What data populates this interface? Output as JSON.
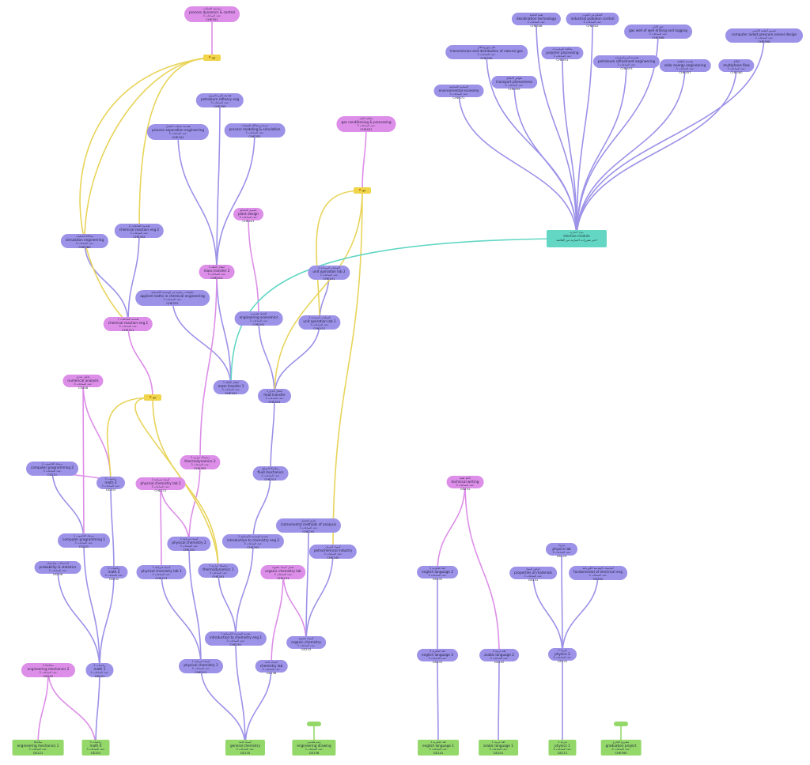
{
  "colors": {
    "core": "#9c92e8",
    "prereq": "#dd8ee8",
    "start": "#94d86a",
    "elective": "#63d7c4",
    "join": "#f0d44a",
    "edge_core": "#9c92e8",
    "edge_prereq": "#dd8ee8",
    "edge_join": "#e8d45a",
    "edge_elective": "#63d7c4"
  },
  "join_label": "مع",
  "nodes": [
    {
      "id": "n_pdc",
      "type": "prereq",
      "ar": "ديناميك العمليات",
      "en": "process dynamics & control",
      "cr": "3",
      "code": "CHE351"
    },
    {
      "id": "n_pre",
      "type": "core",
      "ar": "هندسة تكرير البترول",
      "en": "petroleum refinery eng",
      "cr": "3",
      "code": "CHE355"
    },
    {
      "id": "n_sep",
      "type": "core",
      "ar": "هندسة عمليات الفصل",
      "en": "process separation engineering",
      "cr": "3",
      "code": "CHE341"
    },
    {
      "id": "n_pms",
      "type": "core",
      "ar": "نمذجة ومحاكاة العمليات",
      "en": "process modeling & simulation",
      "cr": "3",
      "code": "CHE352"
    },
    {
      "id": "n_gas",
      "type": "prereq",
      "ar": "معالجة الغاز",
      "en": "gas conditioning & processing",
      "cr": "3",
      "code": "CHE451"
    },
    {
      "id": "n_pd",
      "type": "prereq",
      "ar": "تصميم المصانع",
      "en": "plant design",
      "cr": "3",
      "code": "CHE421"
    },
    {
      "id": "n_sim",
      "type": "core",
      "ar": "محاكاة العمليات",
      "en": "simulation engineering",
      "cr": "3",
      "code": "CHE360"
    },
    {
      "id": "n_cre2",
      "type": "core",
      "ar": "هندسة التفاعلات 2",
      "en": "chemical reaction eng 2",
      "cr": "3",
      "code": "CHE332"
    },
    {
      "id": "n_mt2",
      "type": "prereq",
      "ar": "انتقال الكتلة 2",
      "en": "mass transfer 2",
      "cr": "3",
      "code": "CHE412"
    },
    {
      "id": "n_uo2",
      "type": "core",
      "ar": "العمليات الموحدة 2",
      "en": "unit operation lab 2",
      "cr": "3",
      "code": "CHE431"
    },
    {
      "id": "n_am",
      "type": "core",
      "ar": "تطبيقات رياضية في الهندسة الكيميائية",
      "en": "applied maths in chemical engineering",
      "cr": "3",
      "code": "CHE331"
    },
    {
      "id": "n_ee",
      "type": "core",
      "ar": "اقتصاد هندسي",
      "en": "engineering economics",
      "cr": "3",
      "code": "CHE341"
    },
    {
      "id": "n_uo1",
      "type": "core",
      "ar": "العمليات الموحدة 1",
      "en": "unit operation lab 1",
      "cr": "3",
      "code": "CHE421"
    },
    {
      "id": "n_cre1",
      "type": "prereq",
      "ar": "هندسة التفاعلات 1",
      "en": "chemical reaction eng 1",
      "cr": "3",
      "code": "CHE311"
    },
    {
      "id": "n_na",
      "type": "prereq",
      "ar": "تحليل عددي",
      "en": "numerical analysis",
      "cr": "3",
      "code": "CS308"
    },
    {
      "id": "n_mt1",
      "type": "core",
      "ar": "انتقال الكتلة 1",
      "en": "mass transfer 1",
      "cr": "3",
      "code": "CHE341"
    },
    {
      "id": "n_ht",
      "type": "core",
      "ar": "انتقال الحرارة",
      "en": "heat transfer",
      "cr": "3",
      "code": "CHE321"
    },
    {
      "id": "n_cp2",
      "type": "core",
      "ar": "برمجة الحاسوب 2",
      "en": "computer programming 2",
      "cr": "3",
      "code": "CS211"
    },
    {
      "id": "n_math3",
      "type": "core",
      "ar": "رياضيات 3",
      "en": "math 3",
      "cr": "3",
      "code": "GS203"
    },
    {
      "id": "n_td2",
      "type": "prereq",
      "ar": "ديناميكا حرارية 2",
      "en": "thermodynamics 2",
      "cr": "3",
      "code": "CHE302"
    },
    {
      "id": "n_pc2",
      "type": "prereq",
      "ar": "كيمياء فيزيائية 2",
      "en": "physical chemistry lab 2",
      "cr": "3",
      "code": "CHE212"
    },
    {
      "id": "n_fm",
      "type": "core",
      "ar": "ميكانيكا الموائع",
      "en": "fluid mechanics",
      "cr": "4",
      "code": "CHE311"
    },
    {
      "id": "n_cp1",
      "type": "core",
      "ar": "برمجة الحاسوب 1",
      "en": "computer programming 1",
      "cr": "3",
      "code": "CS201"
    },
    {
      "id": "n_phch2",
      "type": "core",
      "ar": "كيمياء فيزيائية 2",
      "en": "physical chemistry 2",
      "cr": "3",
      "code": "CHE222"
    },
    {
      "id": "n_ice2",
      "type": "core",
      "ar": "مقدمة الهندسة الكيميائية 2",
      "en": "introduction to chemistry eng 2",
      "cr": "3",
      "code": "CHE202"
    },
    {
      "id": "n_ima",
      "type": "core",
      "ar": "طرق التحليل",
      "en": "instrumental methods of analysis",
      "cr": "3",
      "code": "CHE242"
    },
    {
      "id": "n_ps",
      "type": "core",
      "ar": "الاحتمالات والإحصاء",
      "en": "probability & statistics",
      "cr": "3",
      "code": "GS206"
    },
    {
      "id": "n_math2",
      "type": "core",
      "ar": "رياضيات 2",
      "en": "math 2",
      "cr": "3",
      "code": "GS202"
    },
    {
      "id": "n_pcl1",
      "type": "core",
      "ar": "كيمياء فيزيائية 1",
      "en": "physical chemistry lab 1",
      "cr": "3",
      "code": "CHE211"
    },
    {
      "id": "n_td1",
      "type": "core",
      "ar": "ديناميكا حرارية 1",
      "en": "thermodynamics 1",
      "cr": "3",
      "code": "CHE301"
    },
    {
      "id": "n_ocl",
      "type": "prereq",
      "ar": "معمل كيمياء عضوية",
      "en": "organic chemistry lab",
      "cr": "3",
      "code": "CHE131"
    },
    {
      "id": "n_pet",
      "type": "core",
      "ar": "كيمياء البترول",
      "en": "petrochemical industry",
      "cr": "3",
      "code": "CHE245"
    },
    {
      "id": "n_tw",
      "type": "prereq",
      "ar": "كتابة تقنية",
      "en": "technical writing",
      "cr": "3",
      "code": "GS231"
    },
    {
      "id": "n_eng2",
      "type": "core",
      "ar": "لغة انجليزية 2",
      "en": "english language 2",
      "cr": "3",
      "code": "GS102"
    },
    {
      "id": "n_ice1",
      "type": "core",
      "ar": "مقدمة الهندسة الكيميائية 1",
      "en": "introduction to chemistry eng 1",
      "cr": "3",
      "code": "CHE201"
    },
    {
      "id": "n_oc",
      "type": "core",
      "ar": "كيمياء عضوية",
      "en": "organic chemistry",
      "cr": "3",
      "code": "GS203"
    },
    {
      "id": "n_pc1",
      "type": "core",
      "ar": "كيمياء فيزيائية 1",
      "en": "physical chemistry 1",
      "cr": "3",
      "code": "CHE211"
    },
    {
      "id": "n_cl",
      "type": "core",
      "ar": "كيمياء عامة",
      "en": "chemistry lab",
      "cr": "3",
      "code": "GS136"
    },
    {
      "id": "n_math1",
      "type": "core",
      "ar": "رياضيات 1",
      "en": "math 1",
      "cr": "4",
      "code": "GS201"
    },
    {
      "id": "n_em2",
      "type": "prereq",
      "ar": "ميكانيكا 2",
      "en": "engineering mechanics 2",
      "cr": "3",
      "code": "GS202"
    },
    {
      "id": "n_eng3",
      "type": "core",
      "ar": "لغة انجليزية 3",
      "en": "english language 3",
      "cr": "3",
      "code": "GS203"
    },
    {
      "id": "n_ar2",
      "type": "core",
      "ar": "لغة عربية 2",
      "en": "arabic language 2",
      "cr": "3",
      "code": "GS102"
    },
    {
      "id": "n_phys2",
      "type": "core",
      "ar": "فيزياء 2",
      "en": "physics 2",
      "cr": "4",
      "code": "GS122"
    },
    {
      "id": "n_phys1a",
      "type": "core",
      "ar": "فيزياء",
      "en": "physics lab",
      "cr": "3",
      "code": "GS124"
    },
    {
      "id": "n_prop",
      "type": "core",
      "ar": "خواص المواد",
      "en": "properties of materials",
      "cr": "3",
      "code": "GS131"
    },
    {
      "id": "n_fee",
      "type": "core",
      "ar": "أساسيات الهندسة الكهربائية",
      "en": "fundamental of electrical eng",
      "cr": "3",
      "code": "GS302"
    },
    {
      "id": "s_em1",
      "type": "start",
      "ar": "ميكانيكا",
      "en": "engineering mechanics 1",
      "cr": "3",
      "code": "GS121"
    },
    {
      "id": "s_math0",
      "type": "start",
      "ar": "رياضيات 0",
      "en": "math 0",
      "cr": "3",
      "code": "GS101"
    },
    {
      "id": "s_gc",
      "type": "start",
      "ar": "كيمياء عامة",
      "en": "general chemistry",
      "cr": "3",
      "code": "GS135"
    },
    {
      "id": "s_ed",
      "type": "start",
      "ar": "رسم هندسي",
      "en": "engineering drawing",
      "cr": "3",
      "code": "GE136"
    },
    {
      "id": "s_eng1",
      "type": "start",
      "ar": "لغة انجليزية 1",
      "en": "english language 1",
      "cr": "3",
      "code": "GS141"
    },
    {
      "id": "s_ar1",
      "type": "start",
      "ar": "لغة عربية 1",
      "en": "arabic language 1",
      "cr": "3",
      "code": "GS101"
    },
    {
      "id": "s_phys1",
      "type": "start",
      "ar": "فيزياء 1",
      "en": "physics 1",
      "cr": "4",
      "code": "GS111"
    },
    {
      "id": "s_gp",
      "type": "start",
      "ar": "مشروع التخرج",
      "en": "graduation project",
      "cr": "4",
      "code": "CHE590"
    },
    {
      "id": "el",
      "type": "elective",
      "ar": "مواد اختيارية",
      "en": "elective module",
      "cr": "",
      "code": "اختر مقررات اختيارية من القائمة"
    },
    {
      "id": "e1",
      "type": "core",
      "ar": "تقنية التحلية",
      "en": "desalination technology",
      "cr": "3",
      "code": "CHE546"
    },
    {
      "id": "e2",
      "type": "core",
      "ar": "التحكم في التلوث",
      "en": "industrial pollution control",
      "cr": "3",
      "code": "CHE552"
    },
    {
      "id": "e3",
      "type": "core",
      "ar": "حفر الآبار",
      "en": "gas well of well drilling and logging",
      "cr": "3",
      "code": "CHE556"
    },
    {
      "id": "e4",
      "type": "core",
      "ar": "تصميم أنظمة الأنابيب",
      "en": "computer aided pressure vessel design",
      "cr": "3",
      "code": "CHE558"
    },
    {
      "id": "e5",
      "type": "core",
      "ar": "نقل وتوزيع الغاز",
      "en": "transmission and distribution of natural gas",
      "cr": "3",
      "code": "CHE555"
    },
    {
      "id": "e6",
      "type": "core",
      "ar": "معالجة البوليمرات",
      "en": "polymer processing",
      "cr": "3",
      "code": "CHE551"
    },
    {
      "id": "e7",
      "type": "core",
      "ar": "هندسة البتروكيماويات",
      "en": "petroleum refinement engineering",
      "cr": "3",
      "code": "CHE553"
    },
    {
      "id": "e8",
      "type": "core",
      "ar": "هندسة الطاقة",
      "en": "solar energy engineering",
      "cr": "3",
      "code": "CHE557"
    },
    {
      "id": "e9",
      "type": "core",
      "ar": "السلامة الصناعية",
      "en": "environmental economy",
      "cr": "3",
      "code": "CHE571"
    },
    {
      "id": "e10",
      "type": "core",
      "ar": "ظواهر الانتقال",
      "en": "transport phenomena",
      "cr": "3",
      "code": "CHE559"
    },
    {
      "id": "e11",
      "type": "core",
      "ar": "التآكل",
      "en": "multiphase flow",
      "cr": "3",
      "code": "CHE560"
    }
  ],
  "credit_prefix": "عدد الساعات:"
}
